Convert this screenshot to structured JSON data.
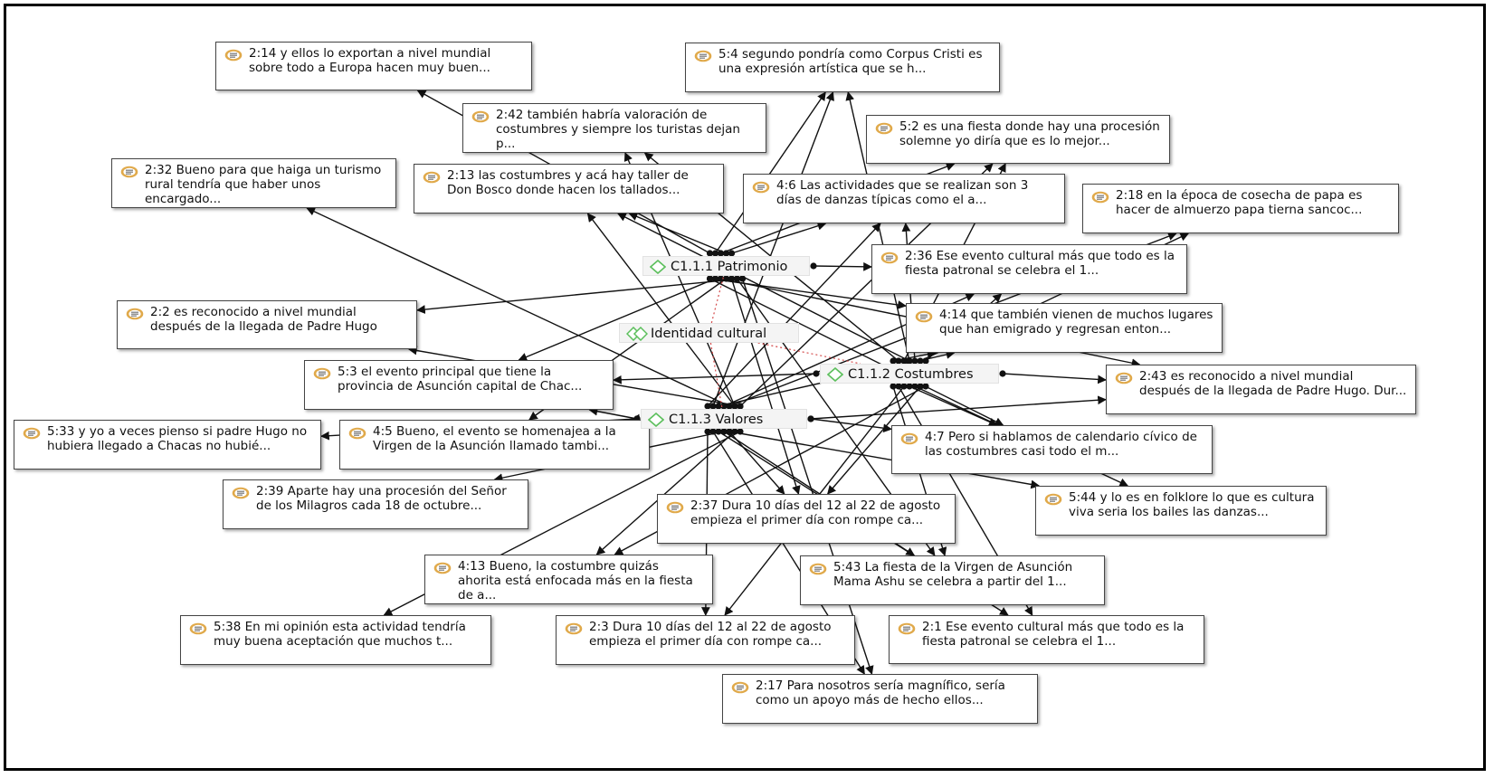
{
  "network": {
    "codes": [
      {
        "id": "patrimonio",
        "label": "C1.1.1 Patrimonio",
        "icon": "code-diamond-icon"
      },
      {
        "id": "identidad",
        "label": "Identidad cultural",
        "icon": "code-group-icon"
      },
      {
        "id": "costumbres",
        "label": "C1.1.2 Costumbres",
        "icon": "code-diamond-icon"
      },
      {
        "id": "valores",
        "label": "C1.1.3 Valores",
        "icon": "code-diamond-icon"
      }
    ],
    "quotations": [
      {
        "id": "q2_14",
        "text": "2:14 y ellos lo exportan a nivel mundial sobre todo a Europa hacen muy buen..."
      },
      {
        "id": "q5_4",
        "text": "5:4 segundo pondría como Corpus Cristi es una expresión artística que se h..."
      },
      {
        "id": "q2_42",
        "text": "2:42 también habría valoración de costumbres y siempre los turistas dejan p..."
      },
      {
        "id": "q5_2",
        "text": "5:2 es una fiesta donde hay una procesión solemne yo diría que es lo mejor..."
      },
      {
        "id": "q2_32",
        "text": "2:32 Bueno para que haiga un turismo rural tendría que haber unos encargado..."
      },
      {
        "id": "q2_13",
        "text": "2:13 las costumbres y acá hay taller de Don Bosco donde hacen los tallados..."
      },
      {
        "id": "q4_6",
        "text": "4:6 Las actividades que se realizan son 3 días de danzas típicas como el a..."
      },
      {
        "id": "q2_18",
        "text": "2:18 en la época de cosecha de papa es hacer de almuerzo papa tierna sancoc..."
      },
      {
        "id": "q2_36",
        "text": "2:36 Ese evento cultural más que todo es la fiesta patronal se celebra el 1..."
      },
      {
        "id": "q2_2",
        "text": "2:2 es reconocido a nivel mundial después de la llegada de Padre Hugo"
      },
      {
        "id": "q4_14",
        "text": "4:14 que también vienen de muchos lugares que han emigrado y regresan enton..."
      },
      {
        "id": "q5_3",
        "text": "5:3 el evento principal que tiene la provincia de Asunción capital de Chac..."
      },
      {
        "id": "q2_43",
        "text": "2:43 es reconocido a nivel mundial después de la llegada de Padre Hugo. Dur..."
      },
      {
        "id": "q5_33",
        "text": "5:33 y yo a veces pienso si padre Hugo no hubiera llegado a Chacas no hubié..."
      },
      {
        "id": "q4_5",
        "text": "4:5 Bueno, el evento se homenajea a la Virgen de la Asunción llamado tambi..."
      },
      {
        "id": "q4_7",
        "text": "4:7 Pero si hablamos de calendario cívico de las costumbres casi todo el m..."
      },
      {
        "id": "q2_39",
        "text": "2:39 Aparte hay una procesión del Señor de los Milagros cada 18 de octubre..."
      },
      {
        "id": "q5_44",
        "text": "5:44 y lo es en folklore lo que es cultura viva seria los bailes las danzas..."
      },
      {
        "id": "q2_37",
        "text": "2:37 Dura 10 días del 12 al 22 de agosto empieza el primer día con rompe ca..."
      },
      {
        "id": "q4_13",
        "text": "4:13 Bueno, la costumbre quizás ahorita está enfocada más en la fiesta de a..."
      },
      {
        "id": "q5_43",
        "text": "5:43 La fiesta de la Virgen de Asunción Mama Ashu se celebra a partir del 1..."
      },
      {
        "id": "q5_38",
        "text": "5:38 En mi opinión esta actividad tendría muy buena aceptación que muchos t..."
      },
      {
        "id": "q2_3",
        "text": "2:3 Dura 10 días del 12 al 22 de agosto empieza el primer día con rompe ca..."
      },
      {
        "id": "q2_1",
        "text": "2:1 Ese evento cultural más que todo es la fiesta patronal se celebra el 1..."
      },
      {
        "id": "q2_17",
        "text": "2:17 Para nosotros sería magnífico, sería como un apoyo más de hecho ellos..."
      }
    ],
    "links": [
      {
        "from": "patrimonio",
        "to": "q2_14"
      },
      {
        "from": "patrimonio",
        "to": "q5_4"
      },
      {
        "from": "patrimonio",
        "to": "q5_2"
      },
      {
        "from": "patrimonio",
        "to": "q2_13"
      },
      {
        "from": "patrimonio",
        "to": "q4_6"
      },
      {
        "from": "patrimonio",
        "to": "q2_36"
      },
      {
        "from": "patrimonio",
        "to": "q2_2"
      },
      {
        "from": "patrimonio",
        "to": "q4_14"
      },
      {
        "from": "patrimonio",
        "to": "q5_3"
      },
      {
        "from": "patrimonio",
        "to": "q2_43"
      },
      {
        "from": "patrimonio",
        "to": "q4_5"
      },
      {
        "from": "patrimonio",
        "to": "q2_37"
      },
      {
        "from": "patrimonio",
        "to": "q5_43"
      },
      {
        "from": "patrimonio",
        "to": "q2_17"
      },
      {
        "from": "patrimonio",
        "to": "q4_7"
      },
      {
        "from": "costumbres",
        "to": "q2_42"
      },
      {
        "from": "costumbres",
        "to": "q5_2"
      },
      {
        "from": "costumbres",
        "to": "q2_13"
      },
      {
        "from": "costumbres",
        "to": "q4_6"
      },
      {
        "from": "costumbres",
        "to": "q2_18"
      },
      {
        "from": "costumbres",
        "to": "q2_36"
      },
      {
        "from": "costumbres",
        "to": "q4_14"
      },
      {
        "from": "costumbres",
        "to": "q5_3"
      },
      {
        "from": "costumbres",
        "to": "q2_43"
      },
      {
        "from": "costumbres",
        "to": "q4_7"
      },
      {
        "from": "costumbres",
        "to": "q5_44"
      },
      {
        "from": "costumbres",
        "to": "q2_37"
      },
      {
        "from": "costumbres",
        "to": "q4_13"
      },
      {
        "from": "costumbres",
        "to": "q5_43"
      },
      {
        "from": "costumbres",
        "to": "q2_1"
      },
      {
        "from": "costumbres",
        "to": "q2_3"
      },
      {
        "from": "costumbres",
        "to": "q5_4"
      },
      {
        "from": "valores",
        "to": "q2_32"
      },
      {
        "from": "valores",
        "to": "q2_13"
      },
      {
        "from": "valores",
        "to": "q2_2"
      },
      {
        "from": "valores",
        "to": "q5_3"
      },
      {
        "from": "valores",
        "to": "q5_33"
      },
      {
        "from": "valores",
        "to": "q4_5"
      },
      {
        "from": "valores",
        "to": "q2_39"
      },
      {
        "from": "valores",
        "to": "q2_37"
      },
      {
        "from": "valores",
        "to": "q4_13"
      },
      {
        "from": "valores",
        "to": "q5_38"
      },
      {
        "from": "valores",
        "to": "q2_3"
      },
      {
        "from": "valores",
        "to": "q2_17"
      },
      {
        "from": "valores",
        "to": "q2_1"
      },
      {
        "from": "valores",
        "to": "q5_43"
      },
      {
        "from": "valores",
        "to": "q5_44"
      },
      {
        "from": "valores",
        "to": "q4_7"
      },
      {
        "from": "valores",
        "to": "q2_43"
      },
      {
        "from": "valores",
        "to": "q4_6"
      },
      {
        "from": "valores",
        "to": "q5_4"
      },
      {
        "from": "valores",
        "to": "q4_14"
      },
      {
        "from": "valores",
        "to": "q2_36"
      },
      {
        "from": "valores",
        "to": "q2_18"
      },
      {
        "from": "valores",
        "to": "q2_42"
      },
      {
        "from": "valores",
        "to": "q5_2"
      }
    ],
    "dashed_links": [
      {
        "from": "identidad",
        "to": "patrimonio"
      },
      {
        "from": "identidad",
        "to": "costumbres"
      },
      {
        "from": "identidad",
        "to": "valores"
      }
    ],
    "colors": {
      "line": "#111111",
      "dashed": "#d44a4a",
      "code_icon": "#5cbf5c",
      "quote_icon": "#e0a94a",
      "node_bg": "#f4f4f4"
    }
  }
}
